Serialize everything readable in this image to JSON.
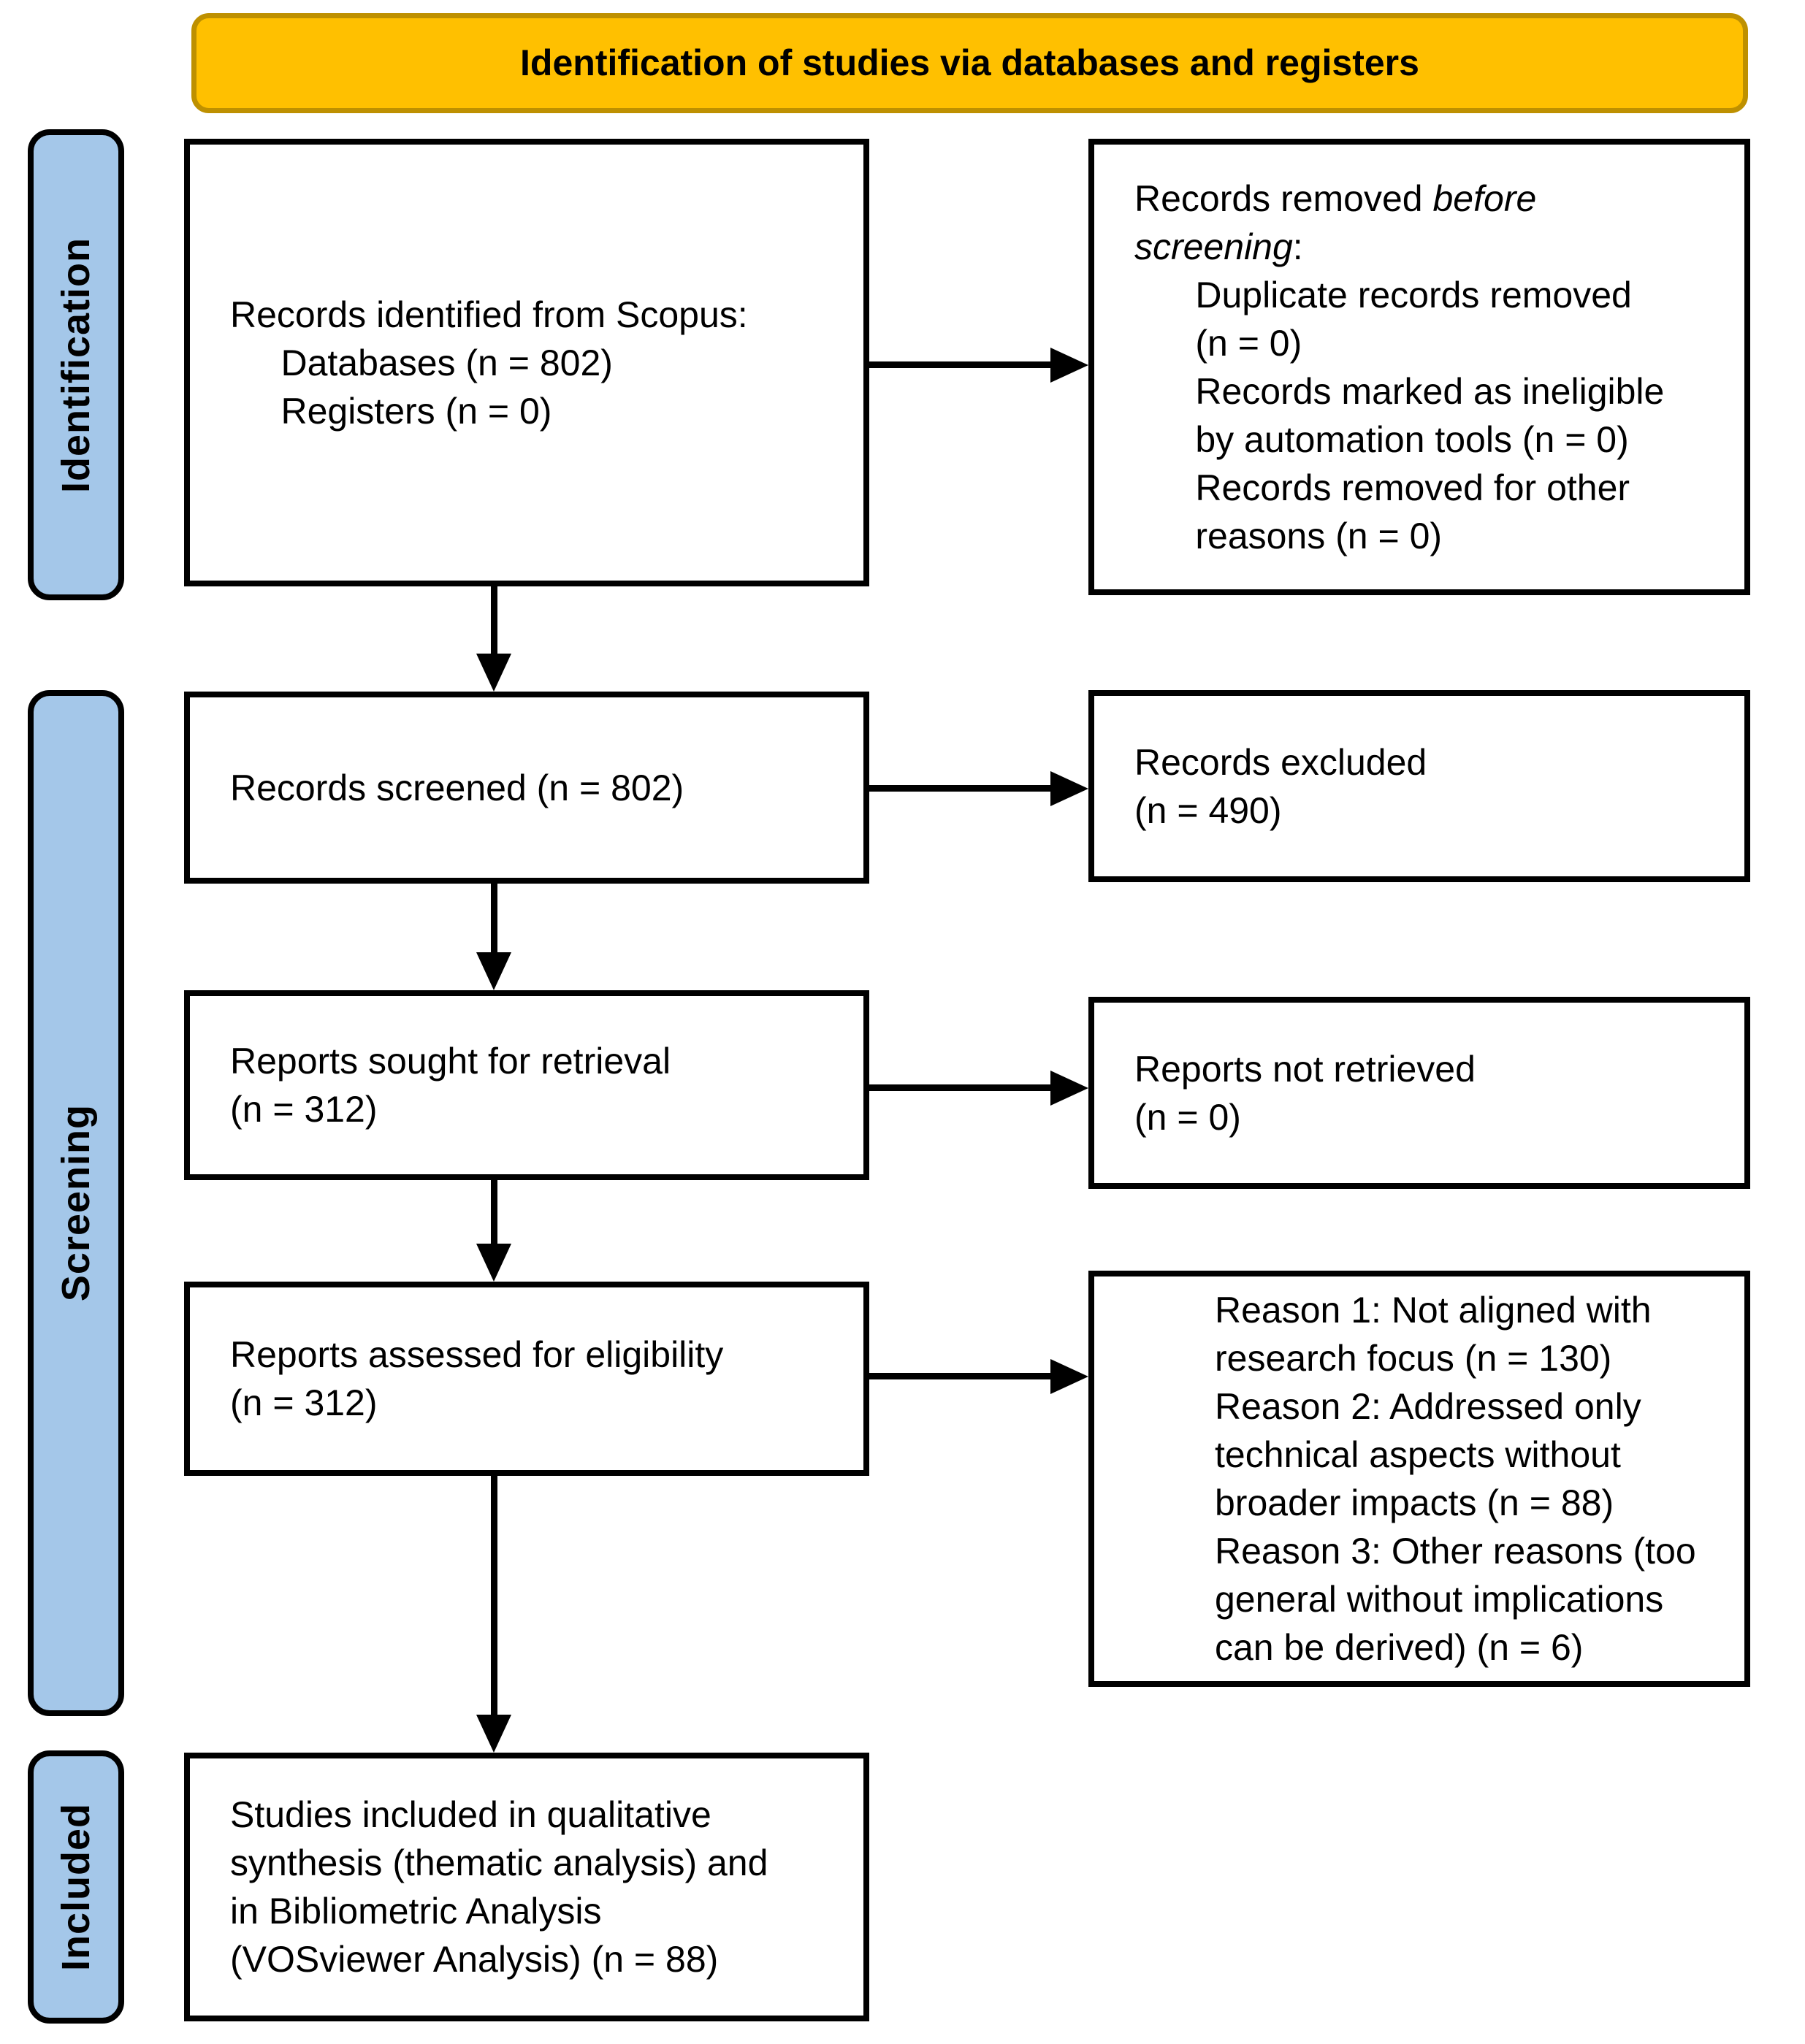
{
  "banner": {
    "title": "Identification of studies via databases and registers"
  },
  "stages": {
    "identification": "Identification",
    "screening": "Screening",
    "included": "Included"
  },
  "boxes": {
    "records_identified": {
      "lines": [
        "Records identified from Scopus:",
        "     Databases (n = 802)",
        "     Registers (n = 0)"
      ]
    },
    "records_removed": {
      "rich": [
        {
          "t": "Records removed "
        },
        {
          "t": "before\nscreening",
          "i": true
        },
        {
          "t": ":\n      Duplicate records removed\n      (n = 0)\n      Records marked as ineligible\n      by automation tools (n = 0)\n      Records removed for other\n      reasons (n = 0)"
        }
      ]
    },
    "records_screened": {
      "lines": [
        "Records screened (n = 802)"
      ]
    },
    "records_excluded": {
      "lines": [
        "Records excluded",
        "(n = 490)"
      ]
    },
    "reports_sought": {
      "lines": [
        "Reports sought for retrieval",
        "(n = 312)"
      ]
    },
    "reports_not_retrieved": {
      "lines": [
        "Reports not retrieved",
        "(n = 0)"
      ]
    },
    "reports_assessed": {
      "lines": [
        "Reports assessed for eligibility",
        "(n = 312)"
      ]
    },
    "exclusion_reasons": {
      "lines": [
        "Reason 1: Not aligned with",
        "research focus (n = 130)",
        "Reason 2: Addressed only",
        "technical aspects without",
        "broader impacts (n = 88)",
        "Reason 3: Other reasons (too",
        "general without implications",
        "can be derived) (n = 6)"
      ]
    },
    "studies_included": {
      "lines": [
        "Studies included in qualitative",
        "synthesis (thematic analysis) and",
        "in Bibliometric Analysis",
        "(VOSviewer Analysis) (n = 88)"
      ]
    }
  },
  "colors": {
    "banner_fill": "#FFC000",
    "banner_border": "#BE9000",
    "stage_fill": "#A4C7E9",
    "stage_border": "#000000",
    "box_border": "#000000",
    "arrow": "#000000",
    "text": "#000000"
  }
}
